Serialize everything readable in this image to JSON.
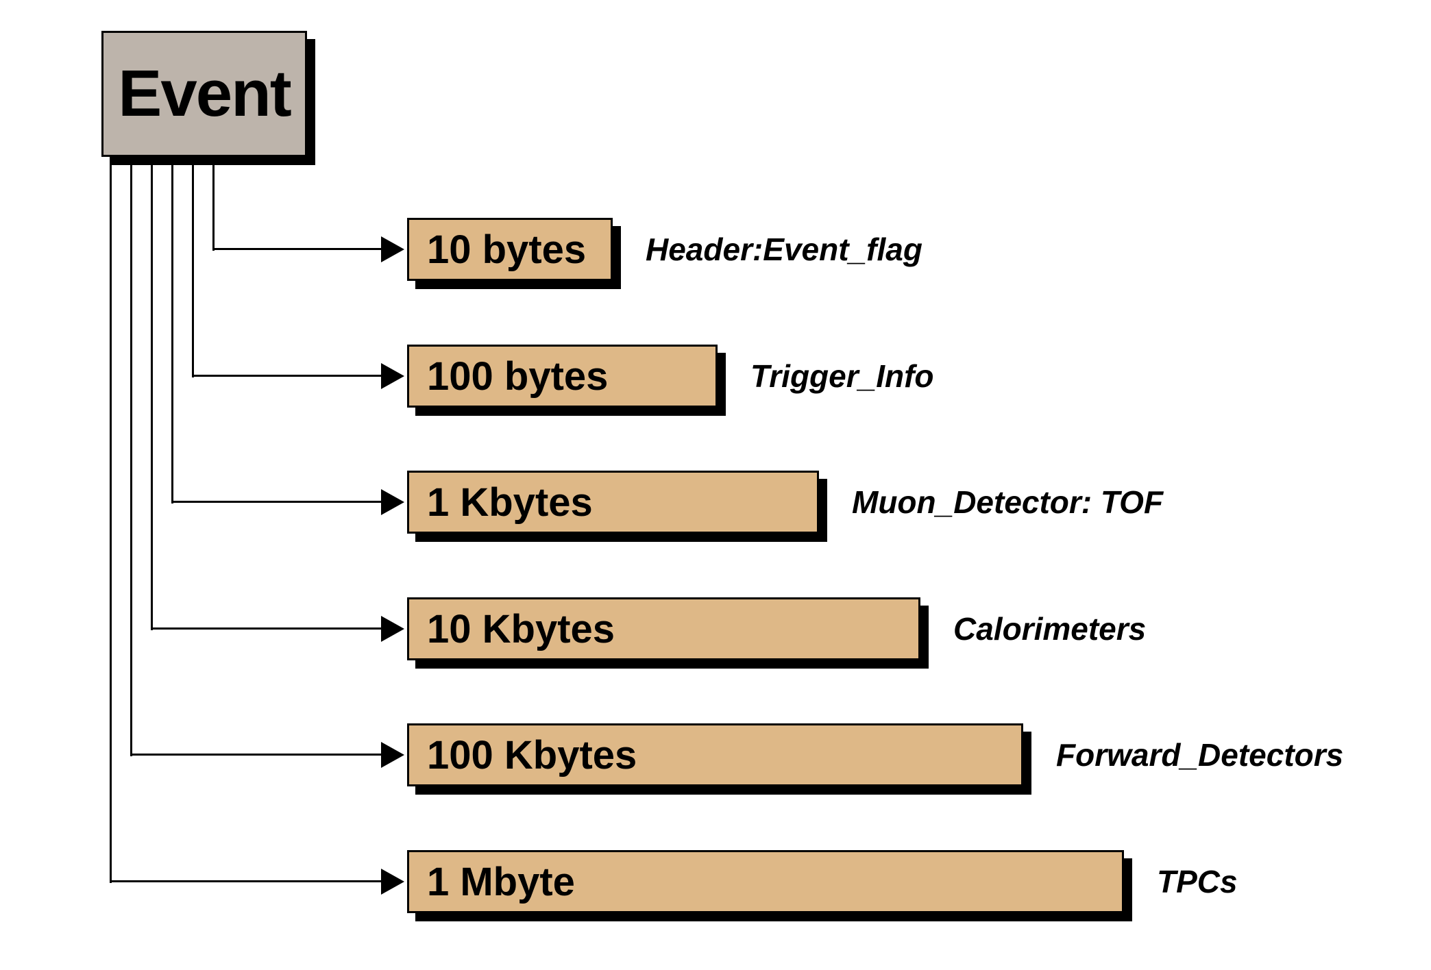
{
  "diagram": {
    "root": {
      "label": "Event"
    },
    "rows": [
      {
        "size": "10 bytes",
        "label": "Header:Event_flag"
      },
      {
        "size": "100 bytes",
        "label": "Trigger_Info"
      },
      {
        "size": "1 Kbytes",
        "label": "Muon_Detector: TOF"
      },
      {
        "size": "10 Kbytes",
        "label": "Calorimeters"
      },
      {
        "size": "100 Kbytes",
        "label": "Forward_Detectors"
      },
      {
        "size": "1 Mbyte",
        "label": "TPCs"
      }
    ],
    "colors": {
      "background": "#ffffff",
      "root_fill": "#bdb4ab",
      "bar_fill": "#deb887",
      "line": "#000000",
      "shadow": "#000000"
    }
  }
}
